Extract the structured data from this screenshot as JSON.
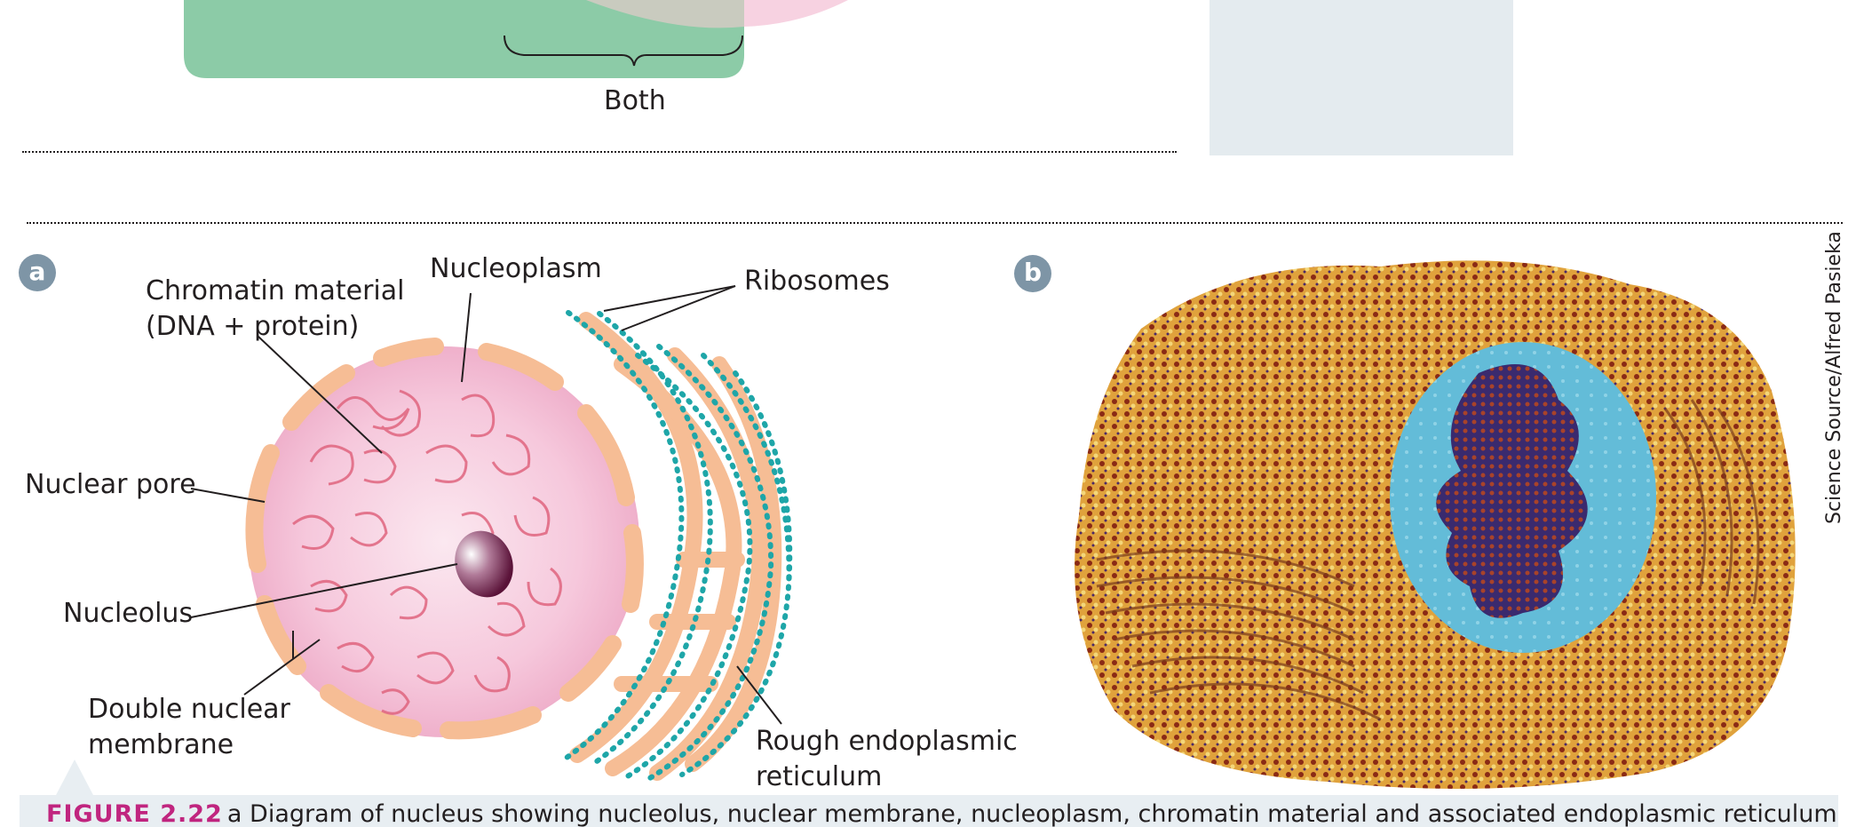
{
  "top": {
    "both_label": "Both"
  },
  "panel_a": {
    "badge": "a",
    "labels": {
      "chromatin_line1": "Chromatin material",
      "chromatin_line2": "(DNA + protein)",
      "nucleoplasm": "Nucleoplasm",
      "ribosomes": "Ribosomes",
      "nuclear_pore": "Nuclear pore",
      "nucleolus": "Nucleolus",
      "double_membrane_line1": "Double nuclear",
      "double_membrane_line2": "membrane",
      "rough_er_line1": "Rough endoplasmic",
      "rough_er_line2": "reticulum"
    }
  },
  "panel_b": {
    "badge": "b",
    "credit": "Science Source/Alfred Pasieka"
  },
  "caption": {
    "figure": "FIGURE 2.22",
    "text": "a Diagram of nucleus showing nucleolus, nuclear membrane, nucleoplasm, chromatin material and associated endoplasmic reticulum"
  },
  "colors": {
    "venn_green": "#8ccba7",
    "venn_pink": "#f7d2e1",
    "side_box": "#e4ebef",
    "badge": "#7e95a6",
    "membrane": "#f6bd95",
    "ribosome": "#1ea6a8",
    "figure_label": "#c0257f"
  }
}
